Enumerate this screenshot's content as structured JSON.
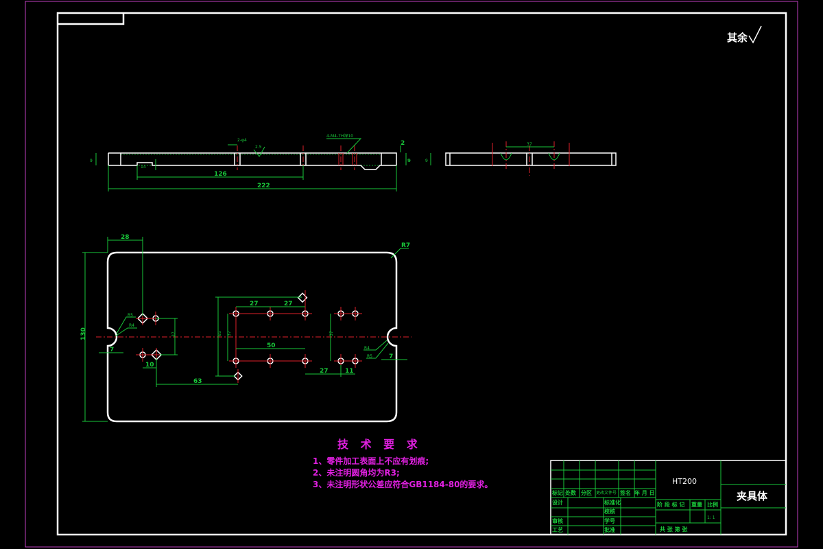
{
  "roughness_note": "其余",
  "side_view": {
    "thread_callout": "4-M4-7H深10",
    "hole_callout": "2-φ4",
    "chamfer": "2.5",
    "dim_126": "126",
    "dim_222": "222",
    "dim_9_left": "9",
    "dim_9_right": "9",
    "dim_2": "2",
    "dim_14": "14"
  },
  "end_view": {
    "dim_37": "37",
    "dim_9a": "9",
    "dim_9b": "9"
  },
  "plan_view": {
    "dim_28": "28",
    "dim_R7": "R7",
    "dim_130": "130",
    "dim_R5_left": "R5",
    "dim_R4_left": "R4",
    "dim_7_left": "7",
    "dim_10": "10",
    "dim_37_left": "37",
    "dim_63": "63",
    "dim_65": "65",
    "dim_37_mid": "37",
    "dim_27_a": "27",
    "dim_27_b": "27",
    "dim_50": "50",
    "dim_37_right": "37",
    "dim_27_c": "27",
    "dim_11": "11",
    "dim_R4_right": "R4",
    "dim_R5_right": "R5",
    "dim_7_right": "7"
  },
  "tech": {
    "title": "技 术 要 求",
    "line1": "1、零件加工表面上不应有划痕;",
    "line2": "2、未注明圆角均为R3;",
    "line3": "3、未注明形状公差应符合GB1184-80的要求。"
  },
  "title_block": {
    "material": "HT200",
    "part_name": "夹具体",
    "row_marks": [
      "标记",
      "处数",
      "分区",
      "更改文件号",
      "签名",
      "年 月 日"
    ],
    "design": "设计",
    "standard": "标准化",
    "review": "审核",
    "process": "工艺",
    "approve": "批准",
    "check": "校核",
    "stage_mark": "阶 段 标 记",
    "weight": "重量",
    "scale": "比例",
    "scale_value": "1: 1",
    "sheets": "共   张 第   张",
    "seq": "学号"
  }
}
